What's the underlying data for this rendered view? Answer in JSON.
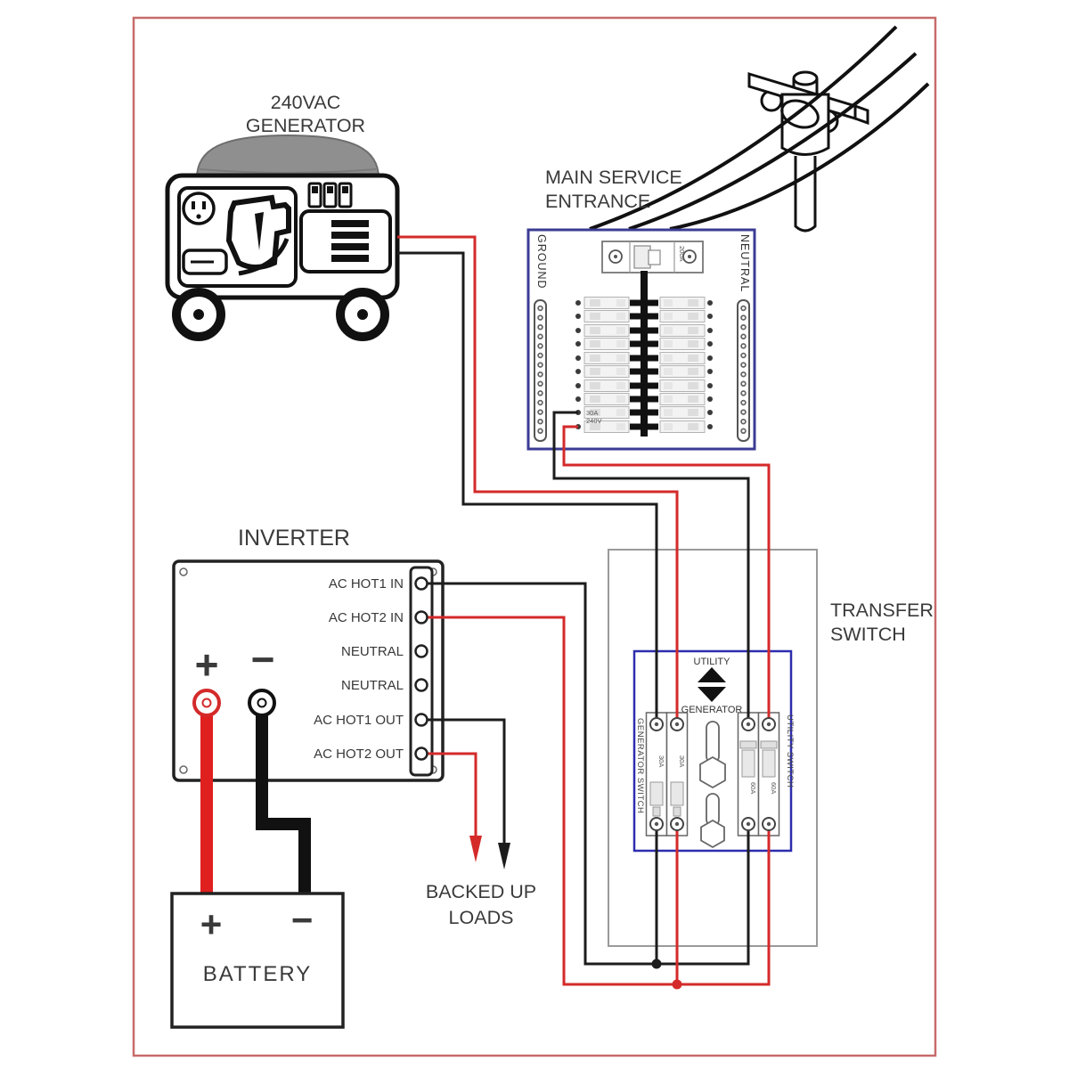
{
  "colors": {
    "frame": "#c76b6b",
    "panel_border": "#3b3b94",
    "switch_border": "#2d2dae",
    "wire_red": "#d42a2a",
    "wire_black": "#1c1c1c",
    "enclosure_gray": "#9a9a9a"
  },
  "generator": {
    "title_line1": "240VAC",
    "title_line2": "GENERATOR"
  },
  "service_panel": {
    "title_line1": "MAIN SERVICE",
    "title_line2": "ENTRANCE",
    "ground_bus_label": "GROUND",
    "neutral_bus_label": "NEUTRAL",
    "main_breaker_rating": "200A",
    "generator_breaker_rating_line1": "30A",
    "generator_breaker_rating_line2": "240V"
  },
  "inverter": {
    "title": "INVERTER",
    "terminals": [
      "AC HOT1 IN",
      "AC HOT2 IN",
      "NEUTRAL",
      "NEUTRAL",
      "AC HOT1 OUT",
      "AC HOT2 OUT"
    ],
    "dc_positive_label": "+",
    "dc_negative_label": "−"
  },
  "battery": {
    "title": "BATTERY",
    "positive_label": "+",
    "negative_label": "−"
  },
  "transfer_switch": {
    "title_line1": "TRANSFER",
    "title_line2": "SWITCH",
    "position_up_label": "UTILITY",
    "position_down_label": "GENERATOR",
    "left_switch_label": "GENERATOR SWITCH",
    "right_switch_label": "UTILITY SWITCH",
    "left_pole_rating": "30A",
    "right_pole_rating": "60A"
  },
  "loads": {
    "line1": "BACKED UP",
    "line2": "LOADS"
  }
}
